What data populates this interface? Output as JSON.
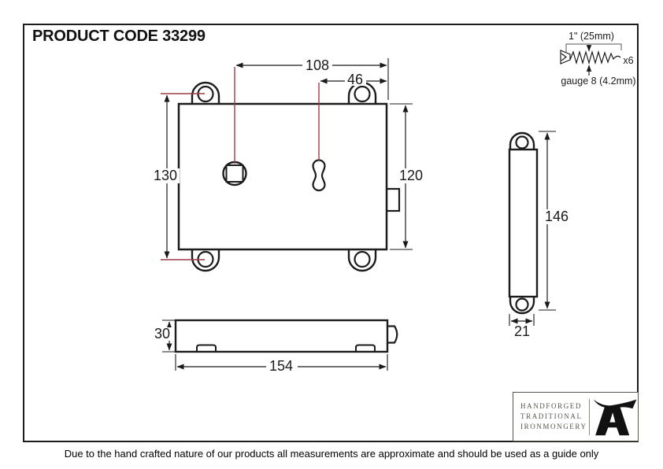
{
  "title": "PRODUCT CODE 33299",
  "screw_spec": {
    "length": "1\" (25mm)",
    "quantity": "x6",
    "gauge": "gauge 8 (4.2mm)"
  },
  "dimensions": {
    "spindle_offset": "108",
    "keyhole_offset": "46",
    "lug_spacing": "130",
    "case_height": "120",
    "side_height": "146",
    "side_width": "21",
    "case_depth": "30",
    "case_length": "154"
  },
  "branding": {
    "line1": "HANDFORGED",
    "line2": "TRADITIONAL",
    "line3": "IRONMONGERY"
  },
  "disclaimer": "Due to the hand crafted nature of our products all measurements are approximate and should be used as a guide only",
  "colors": {
    "line": "#1c1c1c",
    "dimension_red": "#9e3c46",
    "logo_text": "#56544a",
    "anvil": "#111111"
  }
}
